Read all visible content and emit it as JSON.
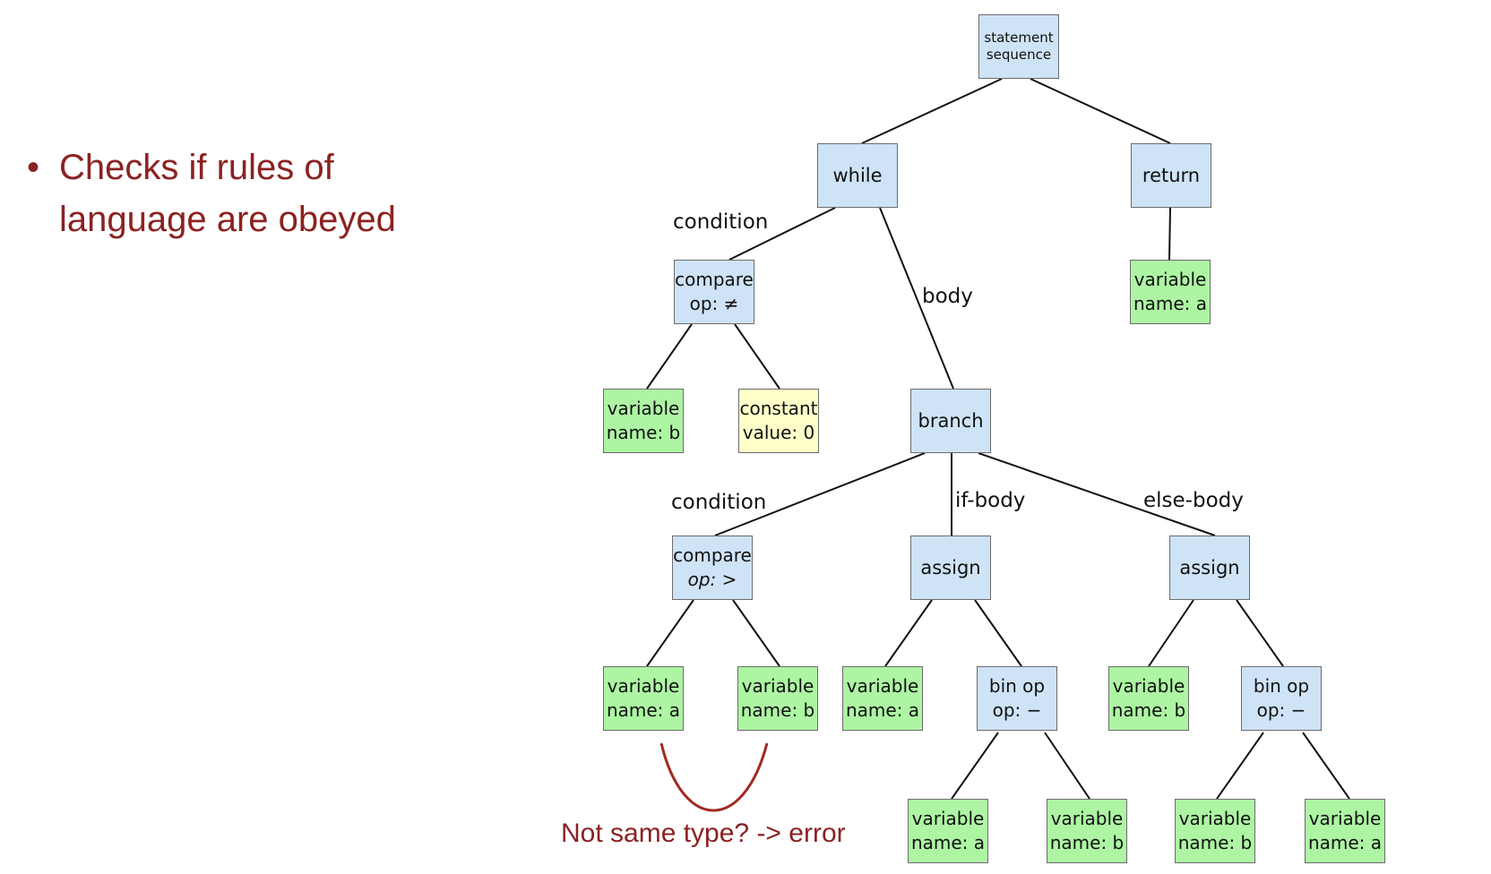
{
  "bullet": {
    "dot": "•",
    "text": "Checks if rules of language are obeyed"
  },
  "tree": {
    "root": {
      "line1": "statement",
      "line2": "sequence"
    },
    "while": {
      "label": "while"
    },
    "return": {
      "label": "return"
    },
    "return_var": {
      "line1": "variable",
      "line2": "name: a"
    },
    "cmp1": {
      "line1": "compare",
      "line2": "op: ≠"
    },
    "cmp1_var": {
      "line1": "variable",
      "line2": "name: b"
    },
    "cmp1_const": {
      "line1": "constant",
      "line2": "value: 0"
    },
    "branch": {
      "label": "branch"
    },
    "cmp2": {
      "line1": "compare",
      "line2": "op: >"
    },
    "cmp2_var_a": {
      "line1": "variable",
      "line2": "name: a"
    },
    "cmp2_var_b": {
      "line1": "variable",
      "line2": "name: b"
    },
    "assign1": {
      "label": "assign"
    },
    "assign1_var": {
      "line1": "variable",
      "line2": "name: a"
    },
    "binop1": {
      "line1": "bin op",
      "line2": "op: −"
    },
    "binop1_var_a": {
      "line1": "variable",
      "line2": "name: a"
    },
    "binop1_var_b": {
      "line1": "variable",
      "line2": "name: b"
    },
    "assign2": {
      "label": "assign"
    },
    "assign2_var": {
      "line1": "variable",
      "line2": "name: b"
    },
    "binop2": {
      "line1": "bin op",
      "line2": "op: −"
    },
    "binop2_var_b": {
      "line1": "variable",
      "line2": "name: b"
    },
    "binop2_var_a": {
      "line1": "variable",
      "line2": "name: a"
    }
  },
  "edge_labels": {
    "while_condition": "condition",
    "while_body": "body",
    "branch_condition": "condition",
    "branch_if": "if-body",
    "branch_else": "else-body"
  },
  "note": "Not same type? -> error",
  "colors": {
    "node_blue": "#cfe3f7",
    "node_green": "#adf5a3",
    "node_yellow": "#ffffc9",
    "accent_red": "#8b2222"
  }
}
